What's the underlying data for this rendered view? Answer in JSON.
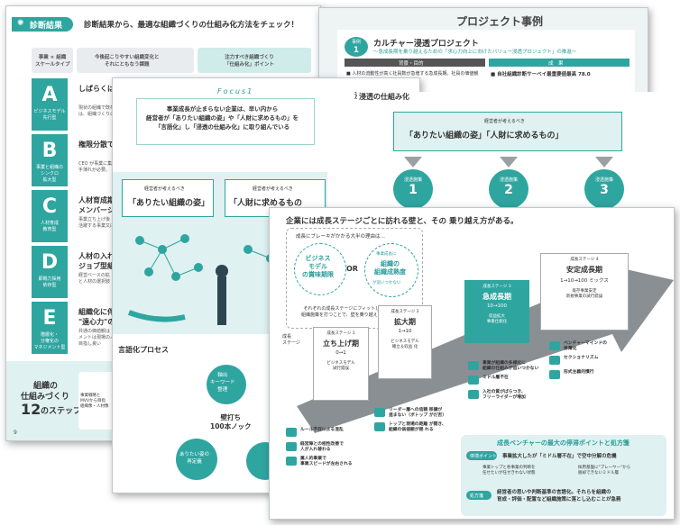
{
  "p1": {
    "header_tag": "診断結果",
    "header_title": "診断結果から、最適な組織づくりの仕組み化方法をチェック！",
    "col1": "事業 × 組織\nスケールタイプ",
    "col2": "今後起こりやすい組織変化と\nそれにともなう課題",
    "col3": "注力すべき組織づくり\n「仕組み化」ポイント",
    "rows": [
      {
        "letter": "A",
        "sub": "ビジネスモデル\n先行型",
        "title": "しばらくは少",
        "desc": "現状の組織で既存事業\nは、組織づくりの"
      },
      {
        "letter": "B",
        "sub": "事業と組織の\nシンクロ\n拡大型",
        "title": "権限分散で、",
        "desc": "CEO が事業に集\n手薄れが必要。"
      },
      {
        "letter": "C",
        "sub": "人材育成\n教育型",
        "title": "人材育成期第\nメンバーシッ",
        "desc": "事業立ち上げ後\n活躍する事業又は"
      },
      {
        "letter": "D",
        "sub": "即戦力採用\n依存型",
        "title": "人材の入れ替\nジョブ型組織",
        "desc": "経営ベースの拡\nと人材の選択肢"
      },
      {
        "letter": "E",
        "sub": "階層化・\n分権化の\nマネジメント型",
        "title": "組織化に伴う\n\"遠心力\"のコ",
        "desc": "共通の価値観は\nメントは現場の人\n目指し良い"
      }
    ],
    "bottom_label1": "組織の",
    "bottom_label2": "仕組みづくり",
    "bottom_big": "12",
    "bottom_label3": "のステップ",
    "bottom_step": "1",
    "bottom_desc": "事業戦略と\nMVVから目指\n組織像・人材像",
    "page_num": "9"
  },
  "p2": {
    "title": "プロジェクト事例",
    "badge1": "事例",
    "badge2": "1",
    "case_title": "カルチャー浸透プロジェクト",
    "case_sub": "〜急成長期を乗り越えるための「求心力向上に向けたバリュー浸透プロジェクト」の推進〜",
    "tab_bg": "背景・目的",
    "tab_result": "成　果",
    "bg_text": "■ 人材の流動性が高く社員数が急増する急成長期。社員の価値観",
    "result_text": "■ 自社組織診断サーベイ最重要値最高 78.0"
  },
  "p3": {
    "focus": "Focus1",
    "lead": "事業成長が止まらない企業は、早い内から\n経営者が「ありたい組織の姿」や「人財に求めるもの」を\n「言語化」し「浸透の仕組み化」に取り組んでいる",
    "box1_small": "経営者が考えるべき",
    "box1": "「ありたい組織の姿」",
    "box2_small": "経営者が考えるべき",
    "box2": "「人財に求めるもの",
    "section_right": "浸透の仕組み化",
    "big_small": "経営者が考えるべき",
    "big": "「ありたい組織の姿」「人財に求めるもの」",
    "measure": "浸透施策",
    "m1": "1",
    "m2": "2",
    "m3": "3",
    "section_left": "言語化プロセス",
    "c1": "軸出\nキーワード\n整理",
    "c_center": "壁打ち\n100本ノック",
    "c2": "ありたい姿の\n再定義"
  },
  "p4": {
    "title": "企業には成長ステージごとに訪れる壁と、その 乗り越え方がある。",
    "q": "成長にブレーキがかかる大半の理由は…",
    "opt1": "ビジネス\nモデル\nの賞味期限",
    "or": "OR",
    "opt2": "組織の\n組織成熟度",
    "opt2_top": "事業成長に",
    "opt2_bottom": "が追いつかない",
    "note": "それぞれの成長ステージにフィットした\n組織施策を打つことで、壁を乗り越える。",
    "axis": "成長\nステージ",
    "s1_label": "成長ステージ 1",
    "s1_name": "立ち上げ期",
    "s1_range": "0→1",
    "s1_desc": "ビジネスモデル\n試行錯誤",
    "s2_label": "成長ステージ 2",
    "s2_name": "拡大期",
    "s2_range": "1→10",
    "s2_desc": "ビジネスモデル\n確立＆収益 化",
    "s3_label": "成長ステージ 3",
    "s3_name": "急成長期",
    "s3_range": "10→100",
    "s3_desc": "収益拡大\n事業仕組化",
    "s4_label": "成長ステージ 4",
    "s4_name": "安定成長期",
    "s4_range": "1→10→100 ミックス",
    "s4_desc": "既存事業安定\n新規事業の試行錯誤",
    "w1": [
      "ルール不在による混乱",
      "経営陣との相性改善で\n人が入れ替わる",
      "属人的事業で\n事業スピードが左右される"
    ],
    "w2": [
      "リーダー層への信頼 移譲が\n進まない（ボトップ がだ否）",
      "トップと現場の距離 が開き、\n組織の価値観が揺 れる"
    ],
    "w3": [
      "事業が組織の多様化に\n組織の仕組みが追いつかない",
      "ミドル層不在",
      "入社の質がばらつき、\nフリーライダーが増加"
    ],
    "w4": [
      "ベンチャーマインドの\n希薄化",
      "セクショナリズム",
      "形式主義的慣行"
    ],
    "panel_title": "成長ベンチャーの最大の停滞ポイントと処方箋",
    "stall_tag": "停滞ポイント",
    "stall_text": "事業拡大したが「ミドル層不在」で空中分解の危機",
    "stall_left": "事業トップと各事業の判断を\n任せたいが任せきれない状態",
    "stall_right": "採用基盤に\"プレーヤー\"から\n脱却できないミドル層",
    "rx_tag": "処方箋",
    "rx_text": "経営者の思いや判断基準の言語化。それらを組織の\n育成・評価・配置など組織施策に落とし込むことが急務"
  }
}
